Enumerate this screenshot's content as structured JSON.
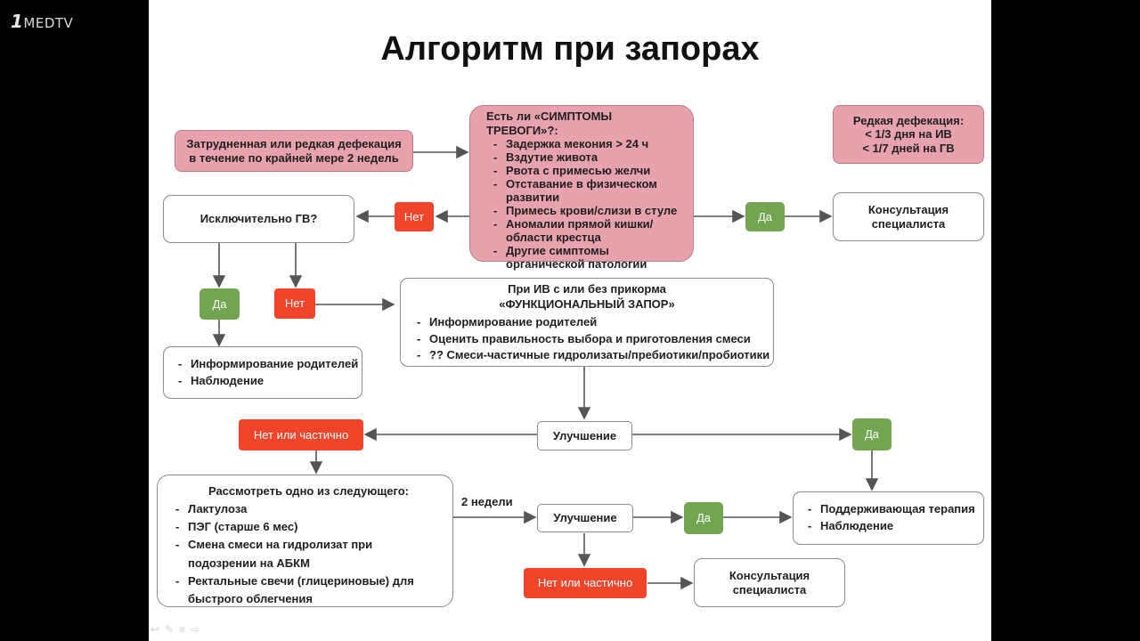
{
  "logo": {
    "mark": "1",
    "text": "MEDTV"
  },
  "title": "Алгоритм при запорах",
  "boxes": {
    "difficult": "Затрудненная или редкая дефекация в течение по крайней мере 2 недель",
    "alarm_title": "Есть ли «СИМПТОМЫ ТРЕВОГИ»?:",
    "alarm_items": [
      "Задержка мекония > 24 ч",
      "Вздутие живота",
      "Рвота с примесью желчи",
      "Отставание в физическом развитии",
      "Примесь крови/слизи в стуле",
      "Аномалии прямой кишки/области крестца",
      "Другие симптомы органической патологии"
    ],
    "rare_title": "Редкая дефекация:",
    "rare_items": [
      "< 1/3 дня на ИВ",
      "< 1/7 дней на ГВ"
    ],
    "bf_only": "Исключительно ГВ?",
    "consult1": "Консультация специалиста",
    "inform_items": [
      "Информирование родителей",
      "Наблюдение"
    ],
    "iv_title1": "При ИВ с или без прикорма",
    "iv_title2": "«ФУНКЦИОНАЛЬНЫЙ ЗАПОР»",
    "iv_items": [
      "Информирование родителей",
      "Оценить правильность выбора и приготовления смеси",
      "?? Смеси-частичные гидролизаты/пребиотики/пробиотики"
    ],
    "improve1": "Улучшение",
    "consider_title": "Рассмотреть одно из следующего:",
    "consider_items": [
      "Лактулоза",
      "ПЭГ (старше 6 мес)",
      "Смена смеси на гидролизат при подозрении на АБКМ",
      "Ректальные свечи (глицериновые) для быстрого облегчения"
    ],
    "two_weeks": "2 недели",
    "improve2": "Улучшение",
    "support_items": [
      "Поддерживающая терапия",
      "Наблюдение"
    ],
    "consult2": "Консультация специалиста"
  },
  "badges": {
    "no1": "Нет",
    "yes1": "Да",
    "yes2": "Да",
    "no2": "Нет",
    "no_partial1": "Нет или частично",
    "yes3": "Да",
    "yes4": "Да",
    "no_partial2": "Нет или частично"
  },
  "colors": {
    "alarm_fill": "#e7a2ad",
    "no": "#f0452b",
    "yes": "#71a550"
  }
}
